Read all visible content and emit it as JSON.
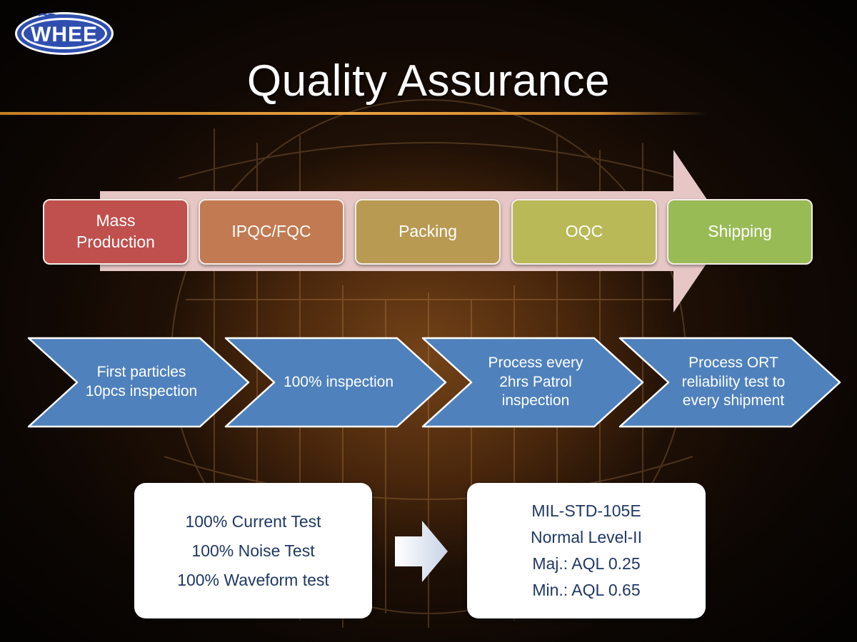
{
  "logo": {
    "text": "WHEE"
  },
  "title": "Quality Assurance",
  "process_flow": {
    "stages": [
      {
        "line1": "Mass",
        "line2": "Production",
        "color": "#c0504d"
      },
      {
        "line1": "IPQC/FQC",
        "line2": "",
        "color": "#c27a52"
      },
      {
        "line1": "Packing",
        "line2": "",
        "color": "#b99a52"
      },
      {
        "line1": "OQC",
        "line2": "",
        "color": "#b9b958"
      },
      {
        "line1": "Shipping",
        "line2": "",
        "color": "#99bb55"
      }
    ]
  },
  "inspection_steps": [
    {
      "lines": [
        "First particles",
        "10pcs inspection"
      ]
    },
    {
      "lines": [
        "100% inspection"
      ]
    },
    {
      "lines": [
        "Process every",
        "2hrs Patrol",
        "inspection"
      ]
    },
    {
      "lines": [
        "Process ORT",
        "reliability test to",
        "every shipment"
      ]
    }
  ],
  "tests_card": {
    "lines": [
      "100% Current Test",
      "100% Noise Test",
      "100% Waveform test"
    ]
  },
  "sampling_card": {
    "lines": [
      "MIL-STD-105E",
      "Normal Level-II",
      "Maj.: AQL 0.25",
      "Min.: AQL 0.65"
    ]
  },
  "colors": {
    "chevron_fill": "#4f81bd",
    "arrow_fill": "#e6c7c6",
    "card_text": "#1f3864",
    "title_rule": "#e8a040"
  }
}
